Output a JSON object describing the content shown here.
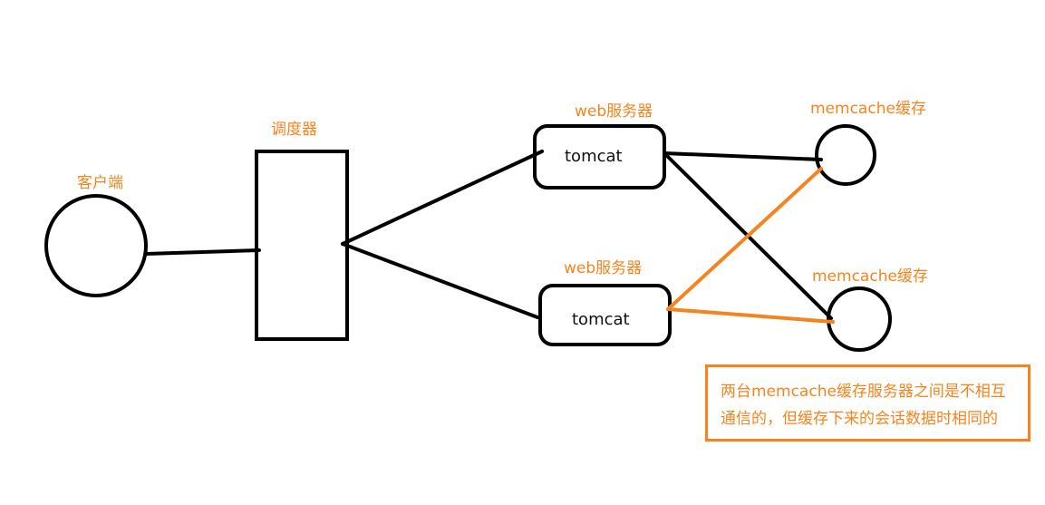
{
  "labels": {
    "client": "客户端",
    "scheduler": "调度器",
    "web_server_1": "web服务器",
    "web_server_2": "web服务器",
    "memcache_1": "memcache缓存",
    "memcache_2": "memcache缓存",
    "tomcat_1": "tomcat",
    "tomcat_2": "tomcat"
  },
  "note": {
    "line1": "两台memcache缓存服务器之间是不相互",
    "line2": "通信的，但缓存下来的会话数据时相同的"
  },
  "colors": {
    "stroke": "#000000",
    "accent": "#f5841f",
    "background": "#ffffff"
  }
}
